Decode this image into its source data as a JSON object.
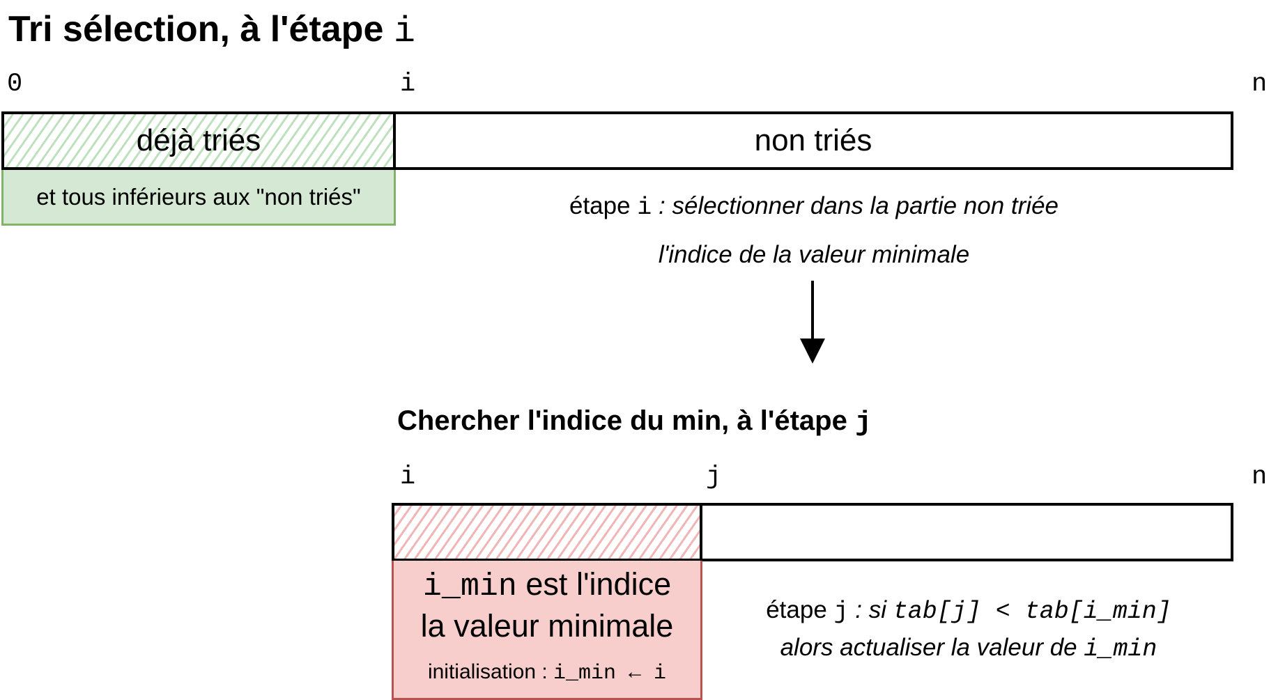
{
  "top": {
    "title_text": "Tri sélection, à l'étape ",
    "title_var": "i",
    "index_start": "0",
    "index_i": "i",
    "index_n": "n",
    "sorted_label": "déjà triés",
    "unsorted_label": "non triés",
    "sorted_note": "et tous inférieurs aux \"non triés\"",
    "step_prefix": "étape ",
    "step_var": "i",
    "step_line1_rest": " : sélectionner dans la partie non triée",
    "step_line2": "l'indice de la valeur minimale"
  },
  "bottom": {
    "title_text": "Chercher l'indice du min, à l'étape ",
    "title_var": "j",
    "index_i": "i",
    "index_j": "j",
    "index_n": "n",
    "imin_var": "i_min",
    "imin_line1_rest": " est l'indice",
    "imin_line2": "la valeur minimale",
    "init_label": "initialisation : ",
    "init_code": "i_min ← i",
    "step_prefix": "étape ",
    "step_var": "j",
    "step_si": " : si ",
    "step_cond": "tab[j] < tab[i_min]",
    "step_line2": "alors actualiser la valeur de ",
    "step_line2_var": "i_min"
  },
  "colors": {
    "green_fill": "#d5e8d4",
    "green_border": "#82b366",
    "red_fill": "#f8cecc",
    "red_border": "#b85450"
  }
}
